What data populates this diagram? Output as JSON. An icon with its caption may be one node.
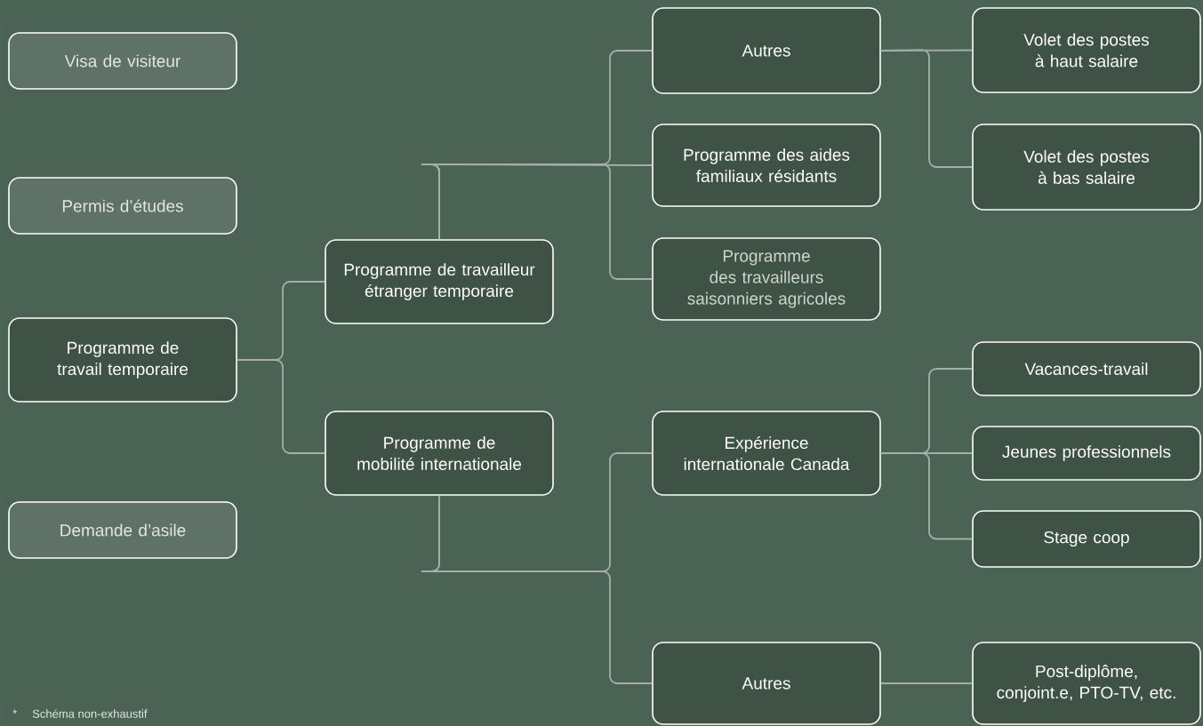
{
  "diagram": {
    "nodes": [
      {
        "text": [
          "Visa de visiteur"
        ]
      },
      {
        "text": [
          "Permis d’études"
        ]
      },
      {
        "text": [
          "Programme de travail temporaire"
        ]
      },
      {
        "text": [
          "Demande d’asile"
        ]
      },
      {
        "text": [
          "Programme de travailleur étranger temporaire"
        ]
      },
      {
        "text": [
          "Programme de mobilité internationale"
        ]
      },
      {
        "text": [
          "Autres"
        ]
      },
      {
        "text": [
          "Programme des aides familiaux résidants"
        ]
      },
      {
        "text": [
          "Programme des travailleurs saisonniers agricoles"
        ]
      },
      {
        "text": [
          "Volet des postes à haut salaire"
        ]
      },
      {
        "text": [
          "Volet des postes à bas salaire"
        ]
      },
      {
        "text": [
          "Expérience internationale Canada"
        ]
      },
      {
        "text": [
          "Vacances-travail"
        ]
      },
      {
        "text": [
          "Jeunes professionnels"
        ]
      },
      {
        "text": [
          "Stage coop"
        ]
      },
      {
        "text": [
          "Autres"
        ]
      },
      {
        "text": [
          "Post-diplôme, conjoint.e, PTO-TV, etc."
        ]
      }
    ],
    "edges": [
      {
        "from": 2,
        "to": 4,
        "arrow": "none"
      },
      {
        "from": 2,
        "to": 5,
        "arrow": "none"
      },
      {
        "from": 4,
        "to": 6,
        "arrow": "none"
      },
      {
        "from": 4,
        "to": 7,
        "arrow": "none"
      },
      {
        "from": 4,
        "to": 8,
        "arrow": "none"
      },
      {
        "from": 6,
        "to": 9,
        "arrow": "none"
      },
      {
        "from": 6,
        "to": 10,
        "arrow": "none"
      },
      {
        "from": 5,
        "to": 11,
        "arrow": "none"
      },
      {
        "from": 5,
        "to": 15,
        "arrow": "none"
      },
      {
        "from": 11,
        "to": 12,
        "arrow": "none"
      },
      {
        "from": 11,
        "to": 13,
        "arrow": "none"
      },
      {
        "from": 11,
        "to": 14,
        "arrow": "none"
      },
      {
        "from": 15,
        "to": 16,
        "arrow": "none"
      }
    ],
    "labels": [
      "*",
      "Schéma non-exhaustif"
    ]
  }
}
